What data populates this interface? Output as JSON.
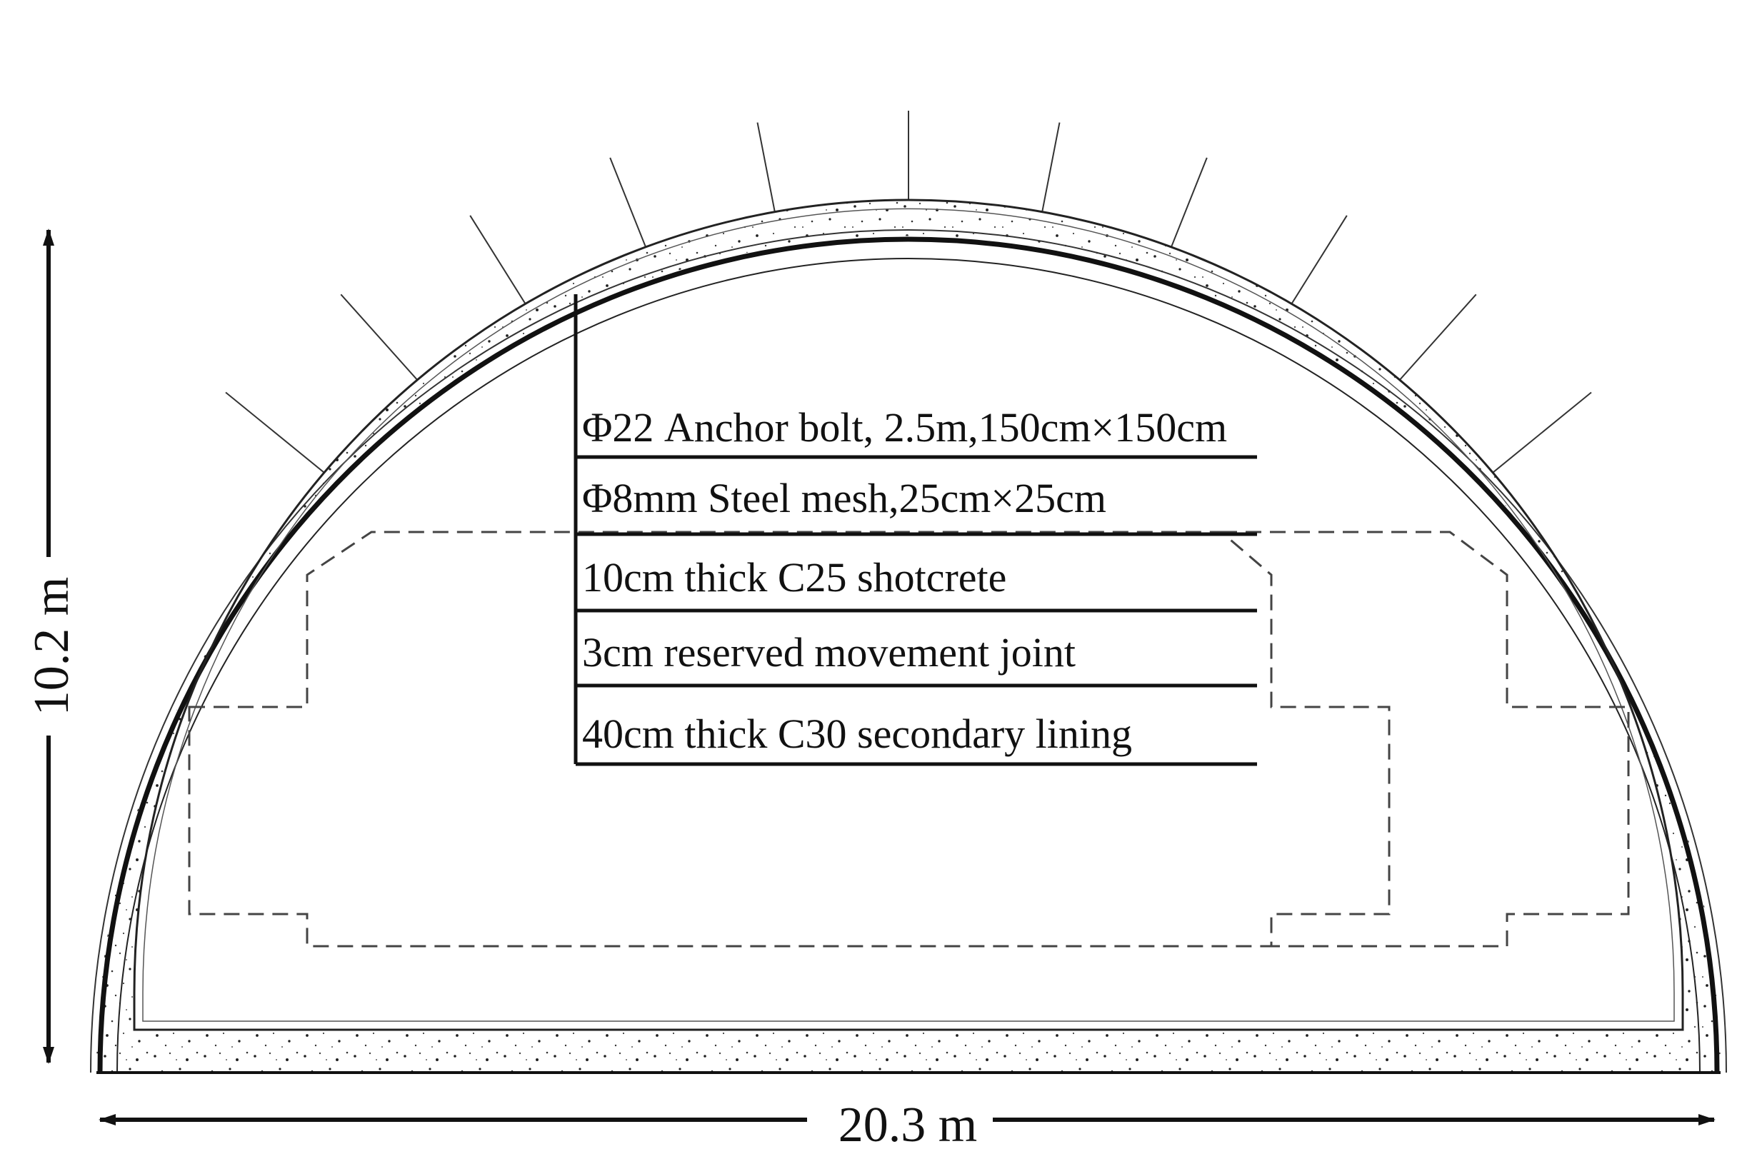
{
  "diagram": {
    "labels": [
      "Φ22 Anchor bolt, 2.5m,150cm×150cm",
      "Φ8mm Steel mesh,25cm×25cm",
      "10cm thick C25 shotcrete",
      "3cm reserved movement joint",
      "40cm thick C30 secondary lining"
    ],
    "height_dimension": "10.2 m",
    "width_dimension": "20.3 m",
    "anchor_bolt_count": 11
  }
}
